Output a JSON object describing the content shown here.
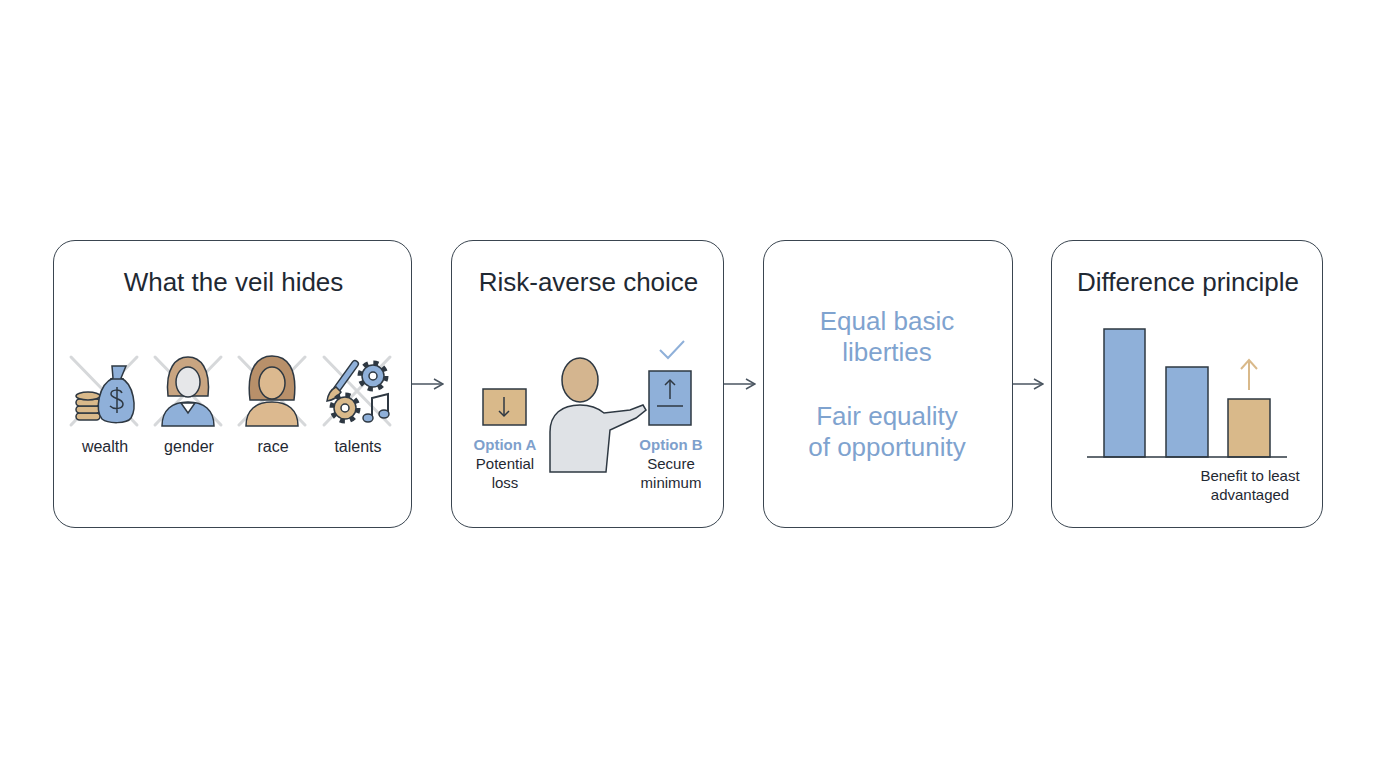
{
  "diagram": {
    "nodes": [
      {
        "text": [
          "What the veil hides",
          "wealth",
          "gender",
          "race",
          "talents"
        ]
      },
      {
        "text": [
          "Risk-averse choice",
          "Option A",
          "Potential loss",
          "Option B",
          "Secure minimum"
        ]
      },
      {
        "text": [
          "Equal basic liberties",
          "Fair equality of opportunity"
        ]
      },
      {
        "text": [
          "Difference principle",
          "Benefit to least advantaged"
        ]
      }
    ],
    "edges": [
      {
        "from": 0,
        "to": 1,
        "arrow": "to"
      },
      {
        "from": 1,
        "to": 2,
        "arrow": "to"
      },
      {
        "from": 2,
        "to": 3,
        "arrow": "to"
      }
    ]
  }
}
